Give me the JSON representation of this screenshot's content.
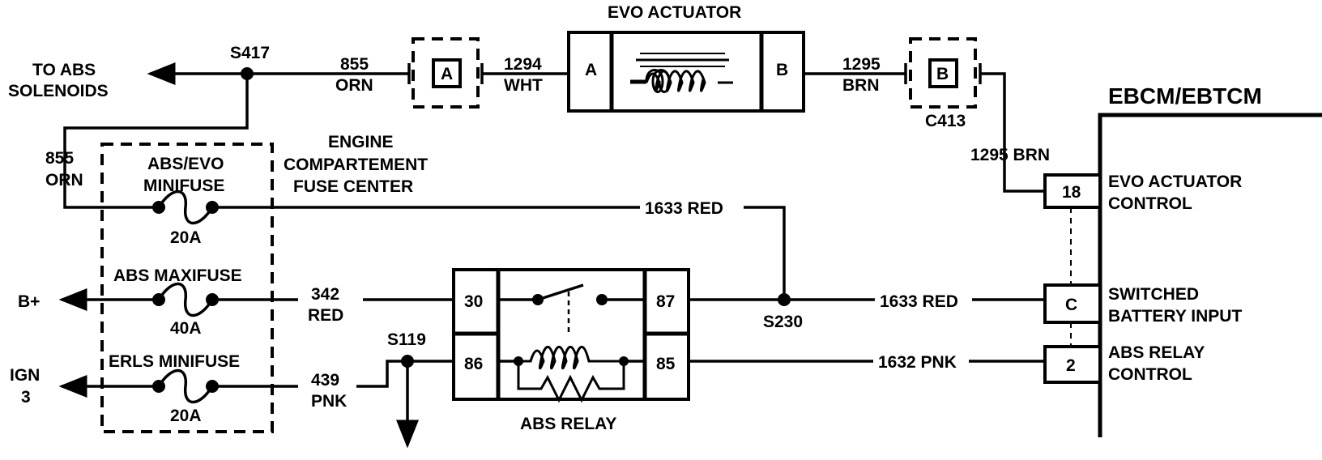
{
  "labels": {
    "evo_actuator_title": "EVO ACTUATOR",
    "to_abs_line1": "TO ABS",
    "to_abs_line2": "SOLENOIDS",
    "s417": "S417",
    "w855_num_top": "855",
    "w855_col_top": "ORN",
    "conn_a": "A",
    "w1294_num": "1294",
    "w1294_col": "WHT",
    "evo_pin_a": "A",
    "evo_pin_b": "B",
    "w1295_num": "1295",
    "w1295_col": "BRN",
    "conn_b": "B",
    "c413": "C413",
    "ebcm_title": "EBCM/EBTCM",
    "w1295_full": "1295 BRN",
    "w855_num_left": "855",
    "w855_col_left": "ORN",
    "abs_evo_line1": "ABS/EVO",
    "abs_evo_line2": "MINIFUSE",
    "engine_line1": "ENGINE",
    "engine_line2": "COMPARTEMENT",
    "engine_line3": "FUSE CENTER",
    "fuse_20a_top": "20A",
    "w1633_top": "1633 RED",
    "abs_maxifuse": "ABS MAXIFUSE",
    "b_plus": "B+",
    "fuse_40a": "40A",
    "w342_num": "342",
    "w342_col": "RED",
    "relay_pin_30": "30",
    "relay_pin_87": "87",
    "relay_pin_86": "86",
    "relay_pin_85": "85",
    "s230": "S230",
    "w1633_right": "1633 RED",
    "s119": "S119",
    "erls_minifuse": "ERLS MINIFUSE",
    "ign_line1": "IGN",
    "ign_line2": "3",
    "w439_num": "439",
    "w439_col": "PNK",
    "fuse_20a_bottom": "20A",
    "abs_relay": "ABS RELAY",
    "w1632": "1632 PNK",
    "pin_18": "18",
    "pin_c": "C",
    "pin_2": "2",
    "evo_ctrl_line1": "EVO ACTUATOR",
    "evo_ctrl_line2": "CONTROL",
    "sw_batt_line1": "SWITCHED",
    "sw_batt_line2": "BATTERY INPUT",
    "relay_ctrl_line1": "ABS RELAY",
    "relay_ctrl_line2": "CONTROL"
  }
}
